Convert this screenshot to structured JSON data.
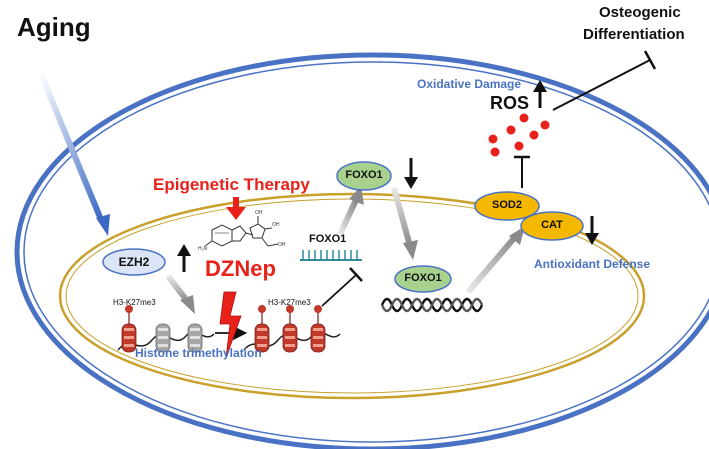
{
  "labels": {
    "aging": "Aging",
    "osteogenic_line1": "Osteogenic",
    "osteogenic_line2": "Differentiation",
    "oxidative_damage": "Oxidative Damage",
    "ros": "ROS",
    "epigenetic_therapy": "Epigenetic Therapy",
    "dznep": "DZNep",
    "foxo1_top": "FOXO1",
    "foxo1_gene": "FOXO1",
    "foxo1_dna": "FOXO1",
    "ezh2": "EZH2",
    "sod2": "SOD2",
    "cat": "CAT",
    "antioxidant_defense": "Antioxidant Defense",
    "histone_trimethylation": "Histone trimethylation",
    "h3_mark_left": "H3-K27me3",
    "h3_mark_right": "H3-K27me3"
  },
  "colors": {
    "cell_membrane": "#4a72c4",
    "nucleus_membrane": "#c8a02a",
    "therapy_red": "#e8221b",
    "ros_red": "#e8221b",
    "foxo1_green": "#a9d18e",
    "enzyme_yellow": "#f5b800",
    "ezh2_blue": "#dbe5f5",
    "label_blue": "#4a72c4",
    "histone_red": "#c0392b",
    "histone_grey": "#a6a6a6",
    "gene_teal": "#2e8b9a"
  },
  "icons": {
    "up_arrow": "arrow-up-icon",
    "down_arrow": "arrow-down-icon",
    "inhibit": "inhibition-bar-icon",
    "lightning": "lightning-bolt-icon",
    "molecule": "dznep-structure-icon"
  }
}
